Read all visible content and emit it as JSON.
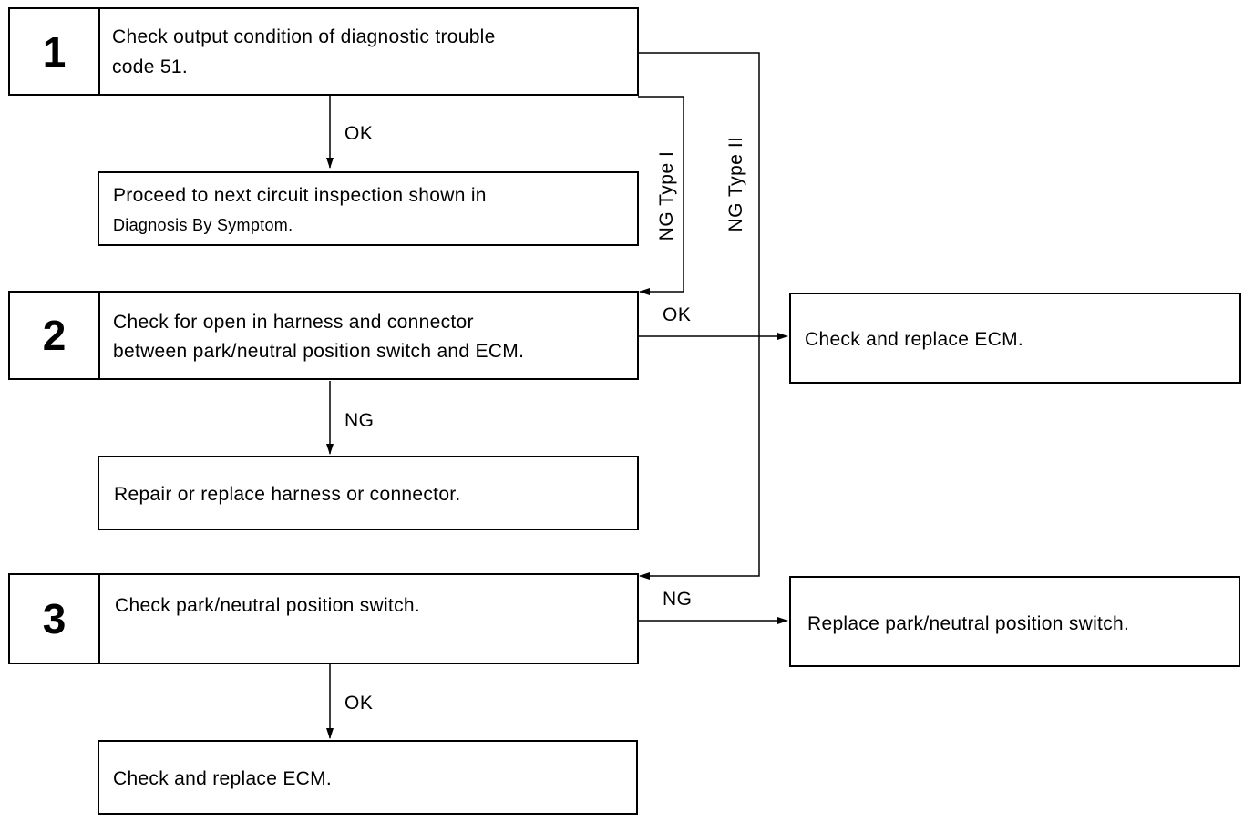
{
  "steps": [
    {
      "number": "1",
      "line1": "Check output condition of diagnostic trouble",
      "line2": "code 51."
    },
    {
      "number": "2",
      "line1": "Check for open in harness and connector",
      "line2": "between park/neutral position switch and ECM."
    },
    {
      "number": "3",
      "line1": "Check park/neutral position switch.",
      "line2": ""
    }
  ],
  "results": {
    "proceed_line1": "Proceed to next circuit inspection shown in",
    "proceed_line2": "Diagnosis By Symptom.",
    "replace_ecm_right": "Check and replace ECM.",
    "repair_harness": "Repair or replace harness or connector.",
    "replace_switch": "Replace park/neutral position switch.",
    "replace_ecm_bottom": "Check and replace ECM."
  },
  "labels": {
    "ok_1": "OK",
    "ng_type_1": "NG Type I",
    "ng_type_2": "NG Type II",
    "ok_2": "OK",
    "ng_2": "NG",
    "ng_3": "NG",
    "ok_3": "OK"
  }
}
